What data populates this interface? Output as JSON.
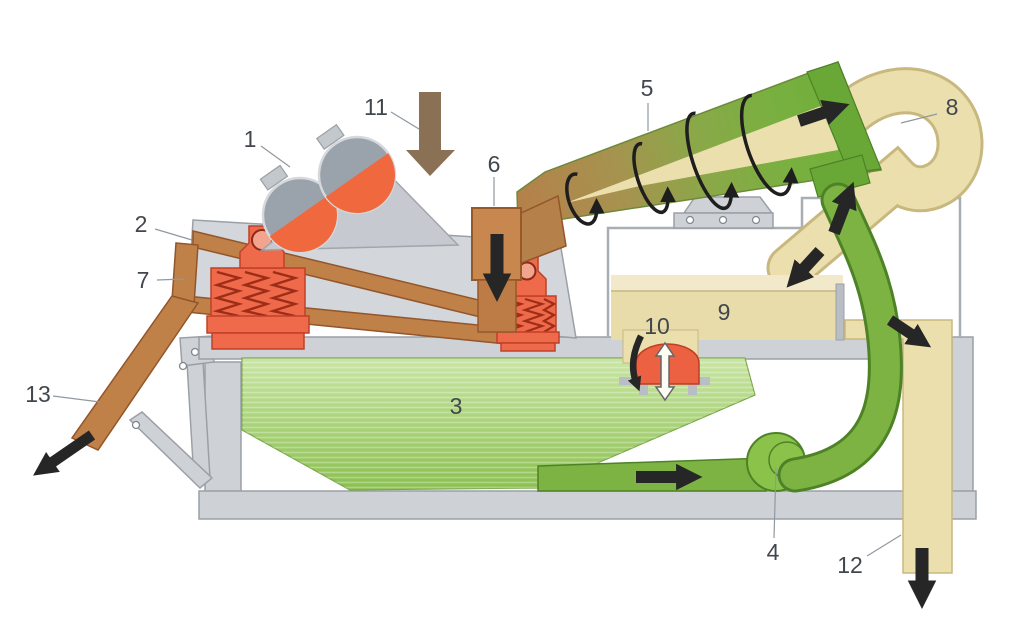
{
  "diagram": {
    "background": "#ffffff",
    "type": "technical-schematic",
    "callouts": [
      {
        "number": "1"
      },
      {
        "number": "2"
      },
      {
        "number": "3"
      },
      {
        "number": "4"
      },
      {
        "number": "5"
      },
      {
        "number": "6"
      },
      {
        "number": "7"
      },
      {
        "number": "8"
      },
      {
        "number": "9"
      },
      {
        "number": "10"
      },
      {
        "number": "11"
      },
      {
        "number": "12"
      },
      {
        "number": "13"
      }
    ],
    "palette": {
      "machine_gray": "#ced2d7",
      "machine_gray_outline": "#9aa0a6",
      "slurry_green_pipe": "#7cb342",
      "tank_green_top": "#c9e5a4",
      "tank_green_bottom": "#8abf4f",
      "coarse_solids_brown": "#bf8148",
      "clean_fluid_beige": "#ecdfae",
      "spring_orange": "#ee6a4a",
      "spring_coil_red": "#9e2d18",
      "motor_gray": "#9aa2ab",
      "motor_orange": "#f0693e",
      "flow_arrow_black": "#262626",
      "feed_arrow_brown": "#8a7054",
      "callout_text": "#41474d"
    }
  }
}
